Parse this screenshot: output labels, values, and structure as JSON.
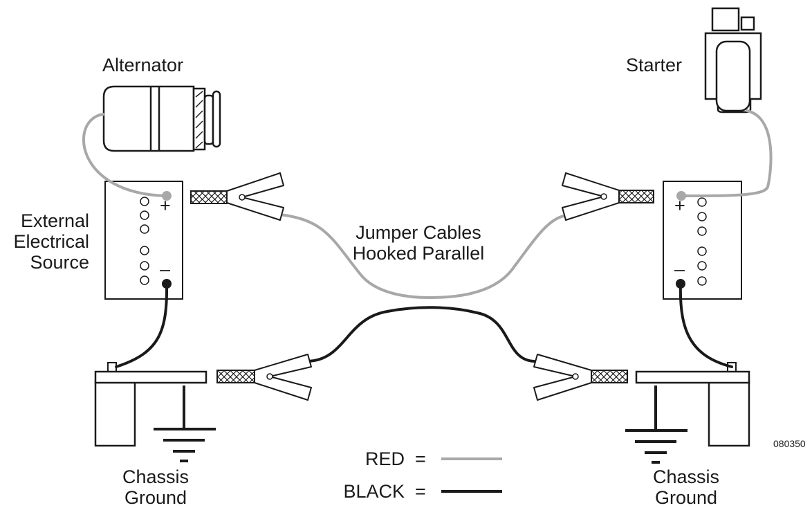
{
  "labels": {
    "alternator": "Alternator",
    "starter": "Starter",
    "external_source": [
      "External",
      "Electrical",
      "Source"
    ],
    "jumper_cables": [
      "Jumper Cables",
      "Hooked Parallel"
    ],
    "chassis_ground_left": [
      "Chassis",
      "Ground"
    ],
    "chassis_ground_right": [
      "Chassis",
      "Ground"
    ],
    "figure_id": "080350",
    "plus": "+",
    "minus": "–"
  },
  "legend": {
    "red_label": "RED",
    "black_label": "BLACK",
    "equals": "=",
    "red_color": "#a8a8a8",
    "black_color": "#1a1a1a"
  }
}
